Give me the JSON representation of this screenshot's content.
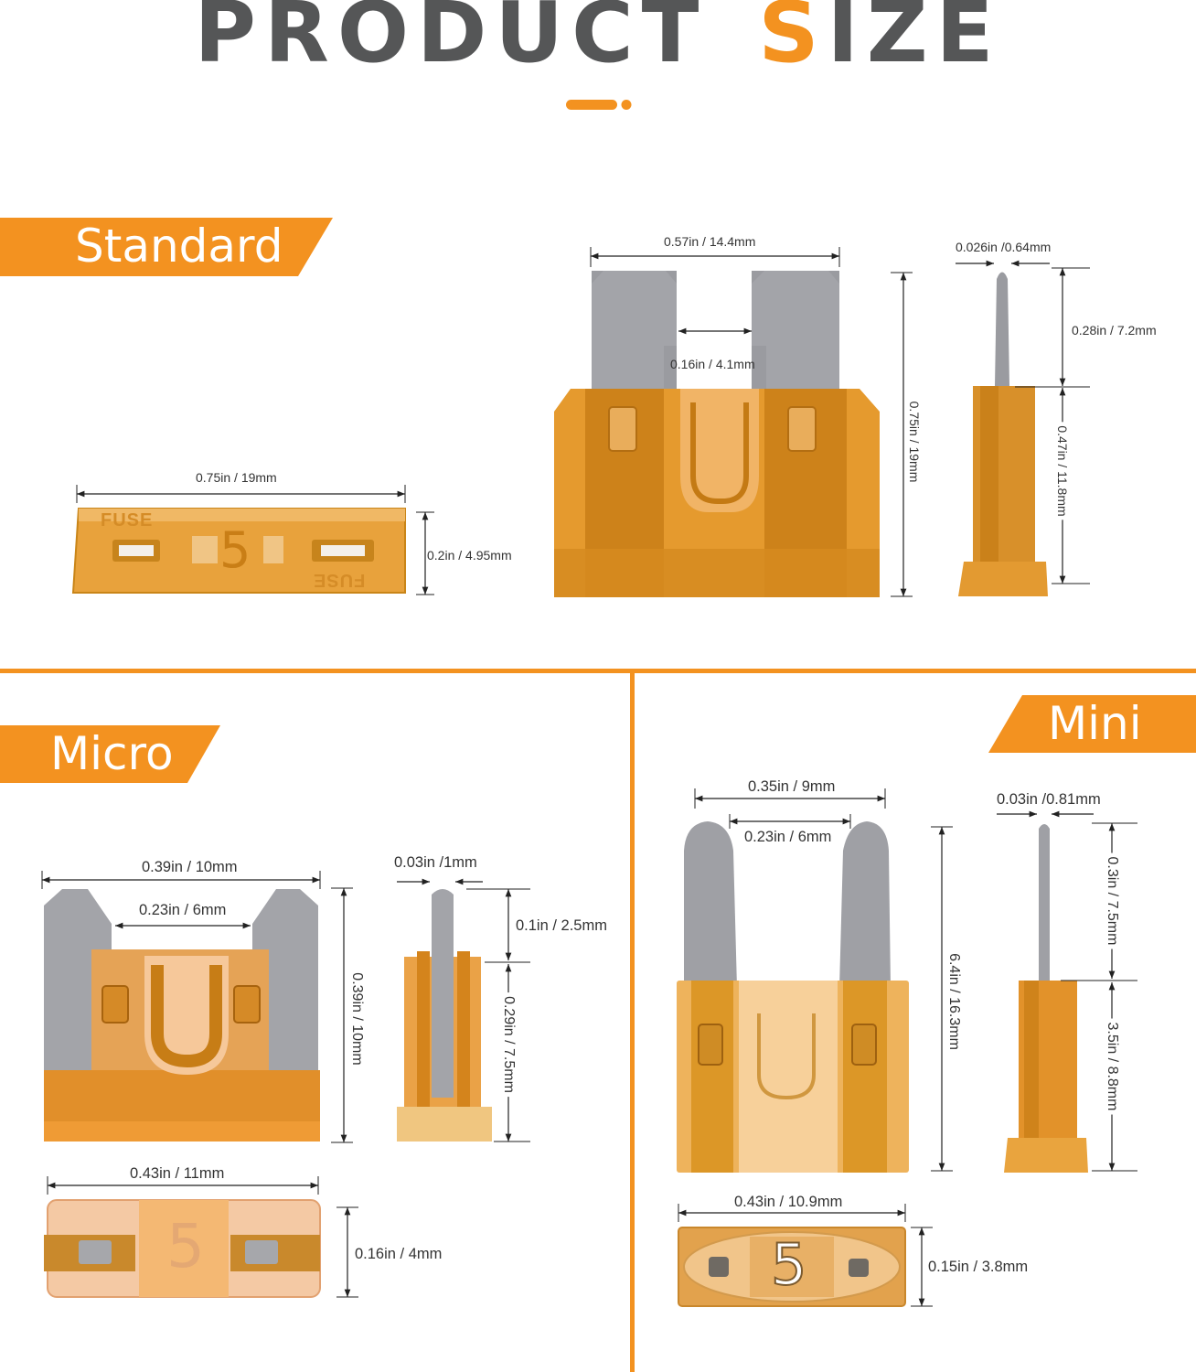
{
  "header": {
    "title_part1": "PRODUCT",
    "title_accent": "S",
    "title_part2": "IZE"
  },
  "colors": {
    "accent": "#f39220",
    "title_gray": "#555657",
    "fuse_orange": "#e69a2f",
    "fuse_dark": "#c77d16",
    "terminal_gray": "#9a9ba0"
  },
  "sections": {
    "standard": {
      "label": "Standard",
      "top_width": "0.75in / 19mm",
      "top_height": "0.2in / 4.95mm",
      "top_text_fuse": "FUSE",
      "top_rating": "5",
      "front_width": "0.57in / 14.4mm",
      "front_gap": "0.16in / 4.1mm",
      "front_height": "0.75in / 19mm",
      "side_thickness": "0.026in /0.64mm",
      "side_blade": "0.28in / 7.2mm",
      "side_body": "0.47in / 11.8mm"
    },
    "micro": {
      "label": "Micro",
      "front_width": "0.39in / 10mm",
      "front_gap": "0.23in / 6mm",
      "front_height": "0.39in / 10mm",
      "side_thickness": "0.03in /1mm",
      "side_blade": "0.1in / 2.5mm",
      "side_body": "0.29in / 7.5mm",
      "top_width": "0.43in / 11mm",
      "top_height": "0.16in / 4mm",
      "top_rating": "5"
    },
    "mini": {
      "label": "Mini",
      "front_width": "0.35in / 9mm",
      "front_gap": "0.23in / 6mm",
      "front_height": "6.4in / 16.3mm",
      "side_thickness": "0.03in /0.81mm",
      "side_blade": "0.3in / 7.5mm",
      "side_body": "3.5in / 8.8mm",
      "top_width": "0.43in / 10.9mm",
      "top_height": "0.15in / 3.8mm",
      "top_rating": "5"
    }
  }
}
